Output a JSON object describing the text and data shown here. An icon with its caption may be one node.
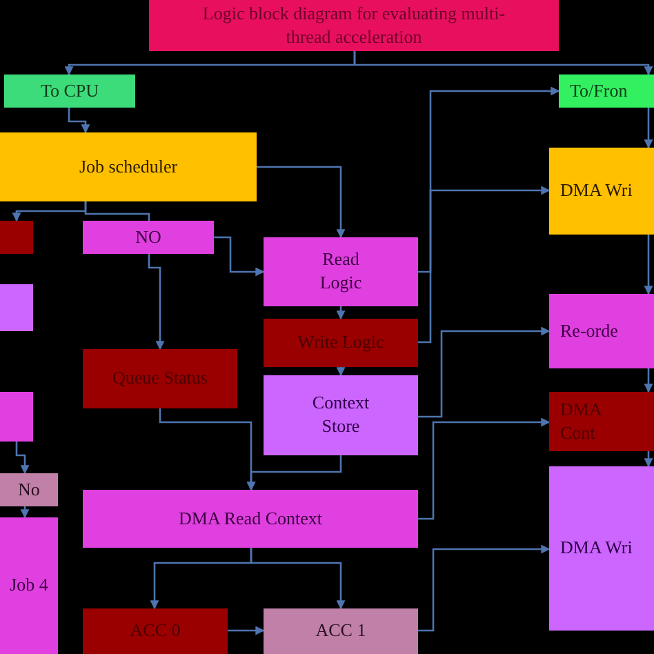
{
  "diagram": {
    "nodes": [
      {
        "text": [
          "Logic block diagram for evaluating multi-thread acceleration"
        ]
      },
      {
        "text": [
          "To CPU"
        ]
      },
      {
        "text": [
          "To/Fron"
        ]
      },
      {
        "text": [
          "Job scheduler"
        ]
      },
      {
        "text": [
          "DMA Wri"
        ]
      },
      {
        "text": [],
        "shape": "box"
      },
      {
        "text": [
          "NO"
        ]
      },
      {
        "text": [
          "Read Logic"
        ]
      },
      {
        "text": [],
        "shape": "box"
      },
      {
        "text": [
          "Re-orde"
        ]
      },
      {
        "text": [
          "Write Logic"
        ]
      },
      {
        "text": [
          "Queue Status"
        ]
      },
      {
        "text": [
          "Context Store"
        ]
      },
      {
        "text": [],
        "shape": "box"
      },
      {
        "text": [
          "DMA Cont"
        ]
      },
      {
        "text": [
          "No"
        ]
      },
      {
        "text": [
          "DMA Wri"
        ]
      },
      {
        "text": [
          "DMA Read Context"
        ]
      },
      {
        "text": [
          "Job 4"
        ]
      },
      {
        "text": [
          "ACC 0"
        ]
      },
      {
        "text": [
          "ACC 1"
        ]
      }
    ],
    "edges": [
      {
        "from": 0,
        "to": 1,
        "arrow": "to"
      },
      {
        "from": 0,
        "to": 2,
        "arrow": "to"
      },
      {
        "from": 1,
        "to": 3,
        "arrow": "to"
      },
      {
        "from": 3,
        "to": 7,
        "arrow": "to"
      },
      {
        "from": 3,
        "to": 5,
        "arrow": "to"
      },
      {
        "from": 3,
        "to": 6,
        "arrow": "none"
      },
      {
        "from": 6,
        "to": 7,
        "arrow": "to"
      },
      {
        "from": 6,
        "to": 11,
        "arrow": "to"
      },
      {
        "from": 7,
        "to": 10,
        "arrow": "to"
      },
      {
        "from": 7,
        "to": 2,
        "arrow": "to"
      },
      {
        "from": 10,
        "to": 4,
        "arrow": "to"
      },
      {
        "from": 10,
        "to": 12,
        "arrow": "to"
      },
      {
        "from": 12,
        "to": 9,
        "arrow": "to"
      },
      {
        "from": 12,
        "to": 17,
        "arrow": "to"
      },
      {
        "from": 11,
        "to": 17,
        "arrow": "to"
      },
      {
        "from": 17,
        "to": 14,
        "arrow": "to"
      },
      {
        "from": 17,
        "to": 19,
        "arrow": "to"
      },
      {
        "from": 17,
        "to": 20,
        "arrow": "to"
      },
      {
        "from": 19,
        "to": 20,
        "arrow": "to"
      },
      {
        "from": 20,
        "to": 16,
        "arrow": "to"
      },
      {
        "from": 2,
        "to": 4,
        "arrow": "to"
      },
      {
        "from": 4,
        "to": 9,
        "arrow": "to"
      },
      {
        "from": 9,
        "to": 14,
        "arrow": "to"
      },
      {
        "from": 14,
        "to": 16,
        "arrow": "to"
      },
      {
        "from": 13,
        "to": 15,
        "arrow": "to"
      },
      {
        "from": 15,
        "to": 18,
        "arrow": "to"
      }
    ]
  }
}
